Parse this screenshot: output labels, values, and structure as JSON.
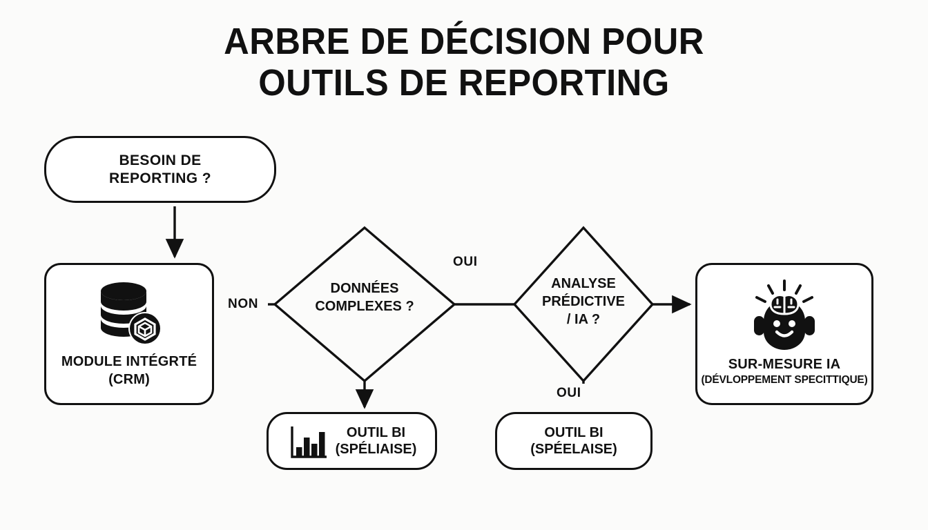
{
  "page": {
    "background_color": "#fbfbfa",
    "ink_color": "#111111"
  },
  "title": {
    "line1": "ARBRE DE DÉCISION POUR",
    "line2": "OUTILS DE REPORTING"
  },
  "nodes": {
    "start": {
      "name": "besoin-de-reporting",
      "shape": "rounded-pill",
      "line1": "BESOIN DE",
      "line2": "REPORTING ?"
    },
    "module_crm": {
      "name": "module-integre-crm",
      "shape": "rounded-rect",
      "icon": "database-stack-icon",
      "line1": "MODULE INTÉGRTÉ",
      "line2": "(CRM)"
    },
    "ai_custom": {
      "name": "sur-mesure-ia",
      "shape": "rounded-rect",
      "icon": "robot-brain-icon",
      "label": "SUR-MESURE IA",
      "sublabel": "(DÉVLOPPEMENT SPECITTIQUE)"
    },
    "bi_left": {
      "name": "outil-bi-left",
      "shape": "rounded-pill",
      "icon": "bar-chart-icon",
      "label": "OUTIL BI",
      "sublabel": "(SPÉLIAISE)"
    },
    "bi_right": {
      "name": "outil-bi-right",
      "shape": "rounded-pill",
      "label": "OUTIL BI",
      "sublabel": "(SPÉELAISE)"
    }
  },
  "decisions": {
    "data_complexity": {
      "name": "donnees-complexes",
      "shape": "diamond",
      "line1": "DONNÉES",
      "line2": "COMPLEXES ?"
    },
    "predictive_analysis": {
      "name": "analyse-predictive-ia",
      "shape": "diamond",
      "line1": "ANALYSE",
      "line2": "PRÉDICTIVE",
      "line3": "/ IA ?"
    }
  },
  "edge_labels": {
    "non": "NON",
    "oui_top": "OUI",
    "oui_bottom": "OUI"
  },
  "chart_data": {
    "type": "diagram",
    "diagram_kind": "decision-tree-flowchart",
    "title": "ARBRE DE DÉCISION POUR OUTILS DE REPORTING",
    "nodes": [
      {
        "id": "start",
        "label": "BESOIN DE REPORTING ?",
        "type": "start"
      },
      {
        "id": "module_crm",
        "label": "MODULE INTÉGRTÉ (CRM)",
        "type": "outcome"
      },
      {
        "id": "data_complexity",
        "label": "DONNÉES COMPLEXES ?",
        "type": "decision"
      },
      {
        "id": "predictive_analysis",
        "label": "ANALYSE PRÉDICTIVE / IA ?",
        "type": "decision"
      },
      {
        "id": "bi_left",
        "label": "OUTIL BI (SPÉLIAISE)",
        "type": "outcome"
      },
      {
        "id": "bi_right",
        "label": "OUTIL BI (SPÉELAISE)",
        "type": "outcome"
      },
      {
        "id": "ai_custom",
        "label": "SUR-MESURE IA (DÉVLOPPEMENT SPECITTIQUE)",
        "type": "outcome"
      }
    ],
    "edges": [
      {
        "from": "start",
        "to": "module_crm",
        "label": "",
        "arrow": true
      },
      {
        "from": "data_complexity",
        "to": "module_crm",
        "label": "NON",
        "arrow": false
      },
      {
        "from": "data_complexity",
        "to": "bi_left",
        "label": "",
        "arrow": true
      },
      {
        "from": "data_complexity",
        "to": "predictive_analysis",
        "label": "OUI",
        "arrow": false
      },
      {
        "from": "predictive_analysis",
        "to": "bi_right",
        "label": "OUI",
        "arrow": false
      },
      {
        "from": "predictive_analysis",
        "to": "ai_custom",
        "label": "",
        "arrow": true
      }
    ]
  }
}
